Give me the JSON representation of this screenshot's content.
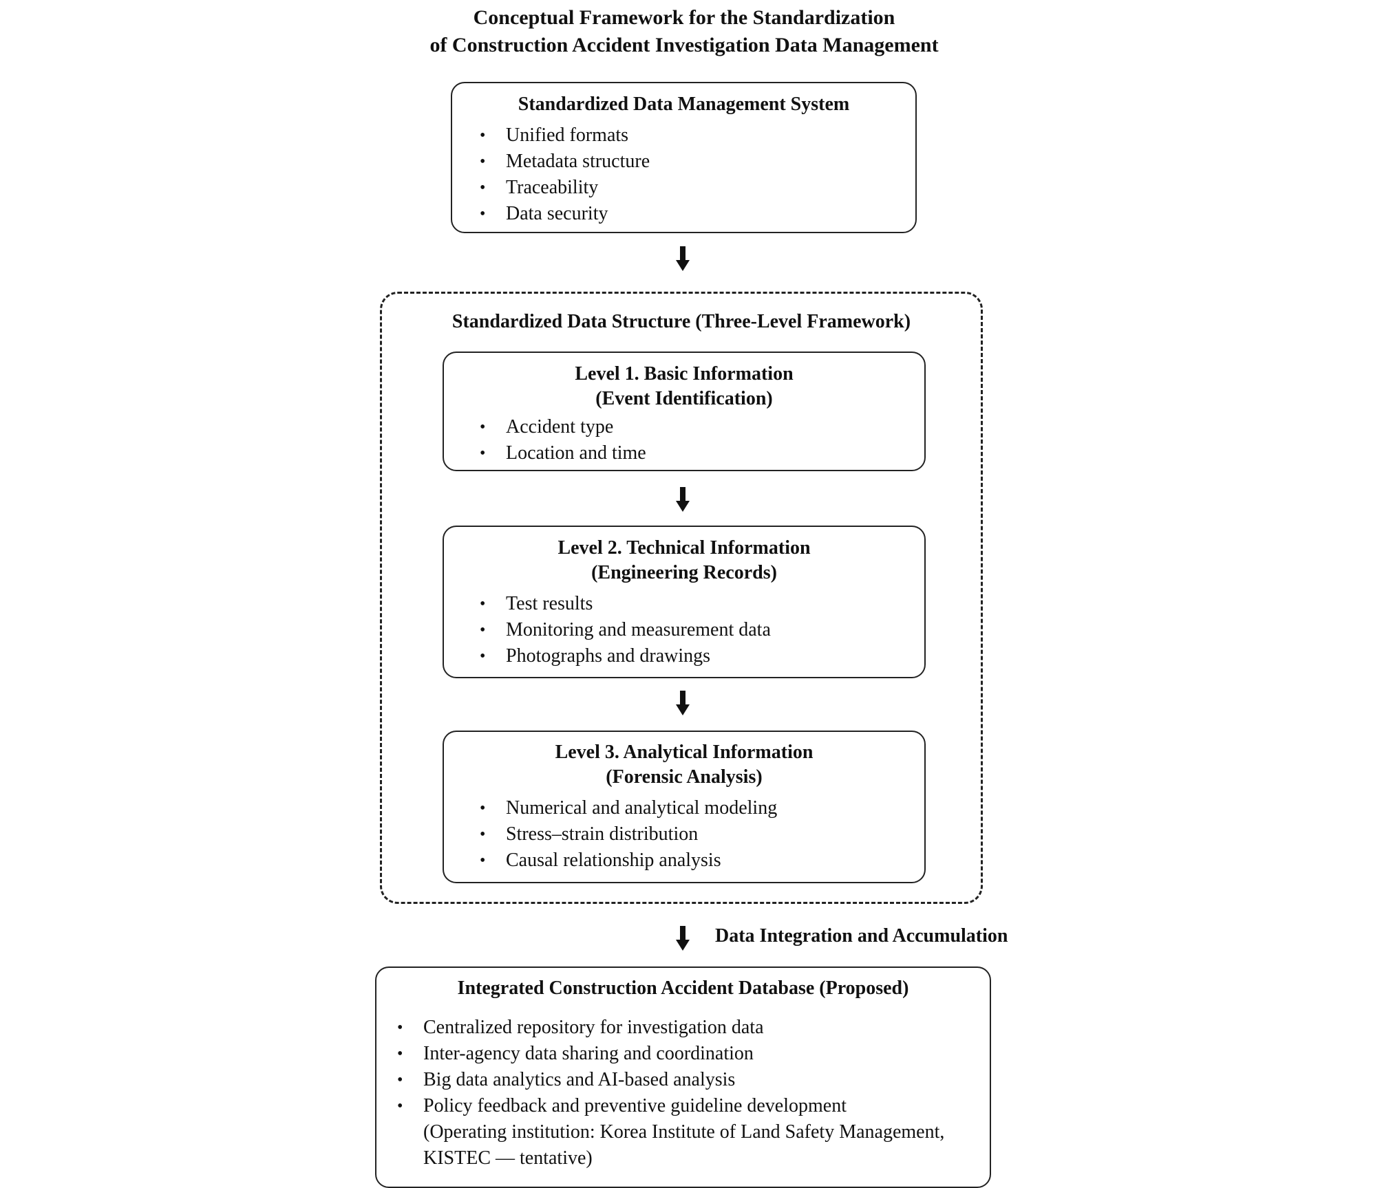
{
  "title": {
    "line1": "Conceptual Framework for the Standardization",
    "line2": "of Construction Accident Investigation Data Management"
  },
  "system_box": {
    "heading": "Standardized Data Management System",
    "items": [
      "Unified formats",
      "Metadata structure",
      "Traceability",
      "Data security"
    ]
  },
  "structure": {
    "heading": "Standardized Data Structure (Three-Level Framework)",
    "levels": [
      {
        "heading": "Level 1. Basic Information",
        "subheading": "(Event Identification)",
        "items": [
          "Accident type",
          "Location and time"
        ]
      },
      {
        "heading": "Level 2. Technical Information",
        "subheading": "(Engineering Records)",
        "items": [
          "Test results",
          "Monitoring and measurement data",
          "Photographs and drawings"
        ]
      },
      {
        "heading": "Level 3. Analytical Information",
        "subheading": "(Forensic Analysis)",
        "items": [
          "Numerical and analytical modeling",
          "Stress–strain distribution",
          "Causal relationship analysis"
        ]
      }
    ]
  },
  "integration_label": "Data Integration and Accumulation",
  "database_box": {
    "heading": "Integrated Construction Accident Database (Proposed)",
    "items": [
      "Centralized repository for investigation data",
      "Inter-agency data sharing and coordination",
      "Big data analytics and AI-based analysis",
      "Policy feedback and preventive guideline development"
    ],
    "note_line1": "(Operating institution: Korea Institute of Land Safety Management,",
    "note_line2": "KISTEC — tentative)"
  },
  "icons": {
    "arrow": "arrow-down-icon"
  }
}
